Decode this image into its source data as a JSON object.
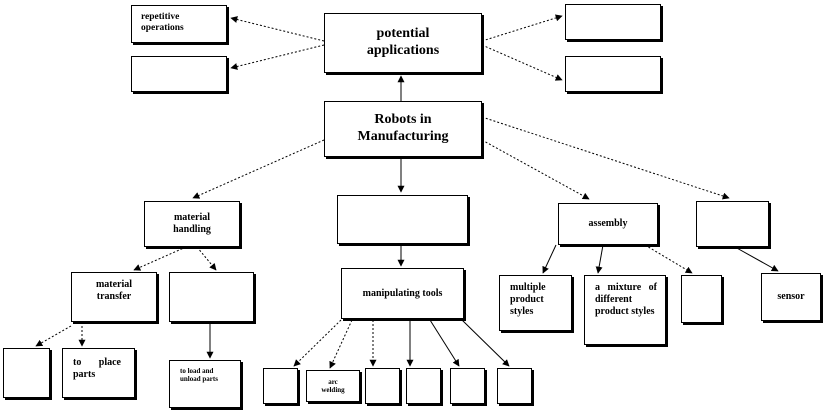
{
  "nodes": {
    "potential_applications": "potential applications",
    "repetitive_operations": "repetitive operations",
    "robots_in_manufacturing": "Robots in Manufacturing",
    "material_handling": "material handling",
    "assembly": "assembly",
    "material_transfer": "material transfer",
    "to_place_parts": "to place parts",
    "to_load_unload_parts": "to load and unload parts",
    "manipulating_tools": "manipulating tools",
    "arc_welding": "arc welding",
    "multiple_product_styles": "multiple product styles",
    "mixture_product_styles": "a mixture of different product styles",
    "sensor": "sensor"
  },
  "colors": {
    "line": "#000000",
    "fill": "#ffffff"
  }
}
